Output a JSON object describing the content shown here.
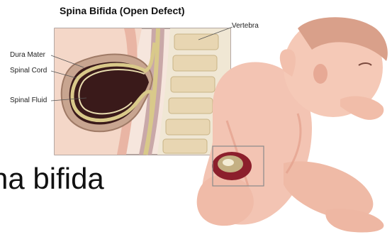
{
  "title": "Spina Bifida (Open Defect)",
  "caption": "na bifida",
  "labels": {
    "vertebra": "Vertebra",
    "dura_mater": "Dura Mater",
    "spinal_cord": "Spinal Cord",
    "spinal_fluid": "Spinal Fluid"
  },
  "colors": {
    "skin": "#f3c4b3",
    "skin_shadow": "#e2a08c",
    "sac_fluid": "#3a1a1a",
    "cord": "#d9c98a",
    "bone": "#efe3c8",
    "lesion": "#8c1f2c"
  }
}
